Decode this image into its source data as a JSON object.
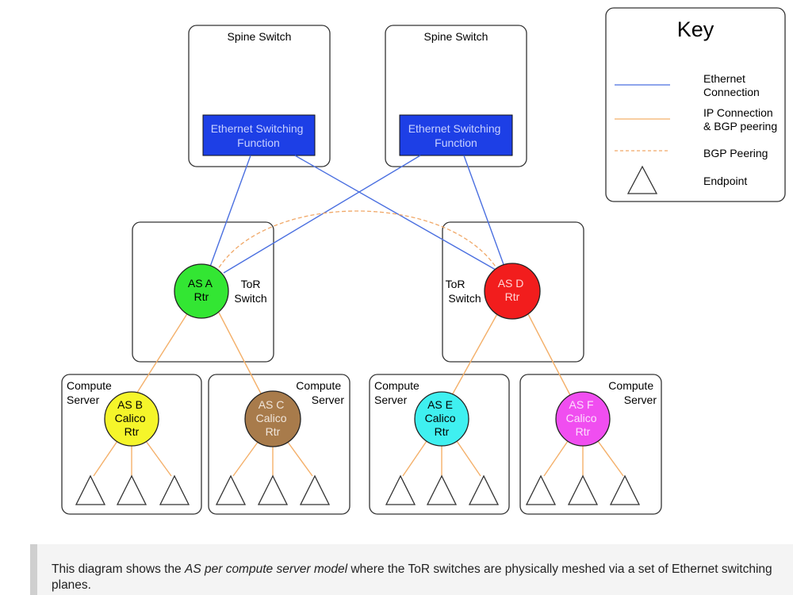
{
  "key": {
    "title": "Key",
    "items": [
      {
        "lines": [
          "Ethernet",
          "Connection"
        ]
      },
      {
        "lines": [
          "IP Connection",
          "& BGP peering"
        ]
      },
      {
        "lines": [
          "BGP Peering"
        ]
      },
      {
        "lines": [
          "Endpoint"
        ]
      }
    ]
  },
  "spines": [
    {
      "label": "Spine Switch",
      "function_lines": [
        "Ethernet Switching",
        "Function"
      ]
    },
    {
      "label": "Spine Switch",
      "function_lines": [
        "Ethernet Switching",
        "Function"
      ]
    }
  ],
  "tors": [
    {
      "label_lines": [
        "ToR",
        "Switch"
      ],
      "router_lines": [
        "AS A",
        "Rtr"
      ]
    },
    {
      "label_lines": [
        "ToR",
        "Switch"
      ],
      "router_lines": [
        "AS D",
        "Rtr"
      ]
    }
  ],
  "servers": [
    {
      "label_lines": [
        "Compute",
        "Server"
      ],
      "router_lines": [
        "AS B",
        "Calico",
        "Rtr"
      ]
    },
    {
      "label_lines": [
        "Compute",
        "Server"
      ],
      "router_lines": [
        "AS C",
        "Calico",
        "Rtr"
      ]
    },
    {
      "label_lines": [
        "Compute",
        "Server"
      ],
      "router_lines": [
        "AS E",
        "Calico",
        "Rtr"
      ]
    },
    {
      "label_lines": [
        "Compute",
        "Server"
      ],
      "router_lines": [
        "AS F",
        "Calico",
        "Rtr"
      ]
    }
  ],
  "colors": {
    "ethernet": "#4a6fe0",
    "ip": "#f4b06a",
    "bgp": "#f0a868",
    "function_fill": "#1d3fe6",
    "as_a": "#33e633",
    "as_d": "#f21d1d",
    "as_b": "#f5f52a",
    "as_c": "#a87b4b",
    "as_e": "#3ff0f0",
    "as_f": "#f04ef0"
  },
  "caption": {
    "before": "This diagram shows the ",
    "emphasis": "AS per compute server model",
    "after": " where the ToR switches are physically meshed via a set of Ethernet switching planes."
  }
}
